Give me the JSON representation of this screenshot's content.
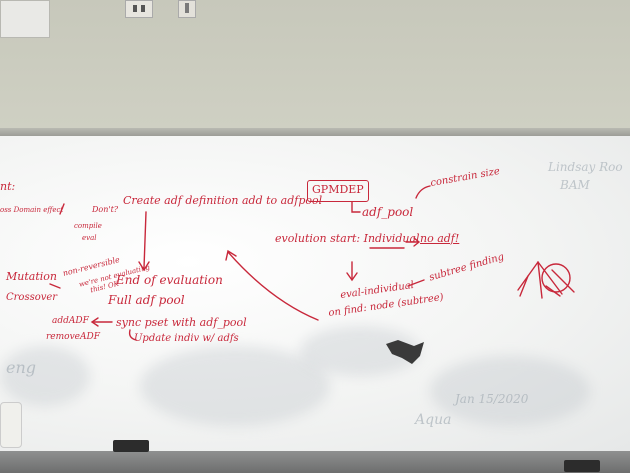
{
  "left_column": {
    "top_fragment": "nt:",
    "domain_effect": "oss Domain effect",
    "mutation": "Mutation",
    "crossover": "Crossover",
    "add_adf": "addADF",
    "remove_adf": "removeADF",
    "dont_compile": "Don't?",
    "compile_eval": "compile",
    "eval": "eval",
    "non_reversible": "non-reversible",
    "note_2": "we're not evaluating",
    "note_3": "this! OK"
  },
  "center": {
    "create_adf": "Create adf definition add to adfpool",
    "end_of_eval": "End of evaluation",
    "full_adf_pool": "Full adf pool",
    "sync_pset": "sync pset with adf_pool",
    "update_indiv": "Update indiv w/ adfs"
  },
  "right": {
    "gpmdep": "GPMDEP",
    "adf_pool": "adf_pool",
    "constrain_size": "constrain size",
    "evolution_start": "evolution start: Individual",
    "no_adf": "no adf!",
    "eval_individual": "eval-individual",
    "subtree_finding": "subtree finding",
    "on_find_node": "on find: node (subtree)"
  },
  "ghost_text": {
    "top_right": "Lindsay Roo",
    "top_right_2": "BAM",
    "left_lower": "eng",
    "bottom_center": "Aqua",
    "bottom_right": "Jan 15/2020"
  }
}
